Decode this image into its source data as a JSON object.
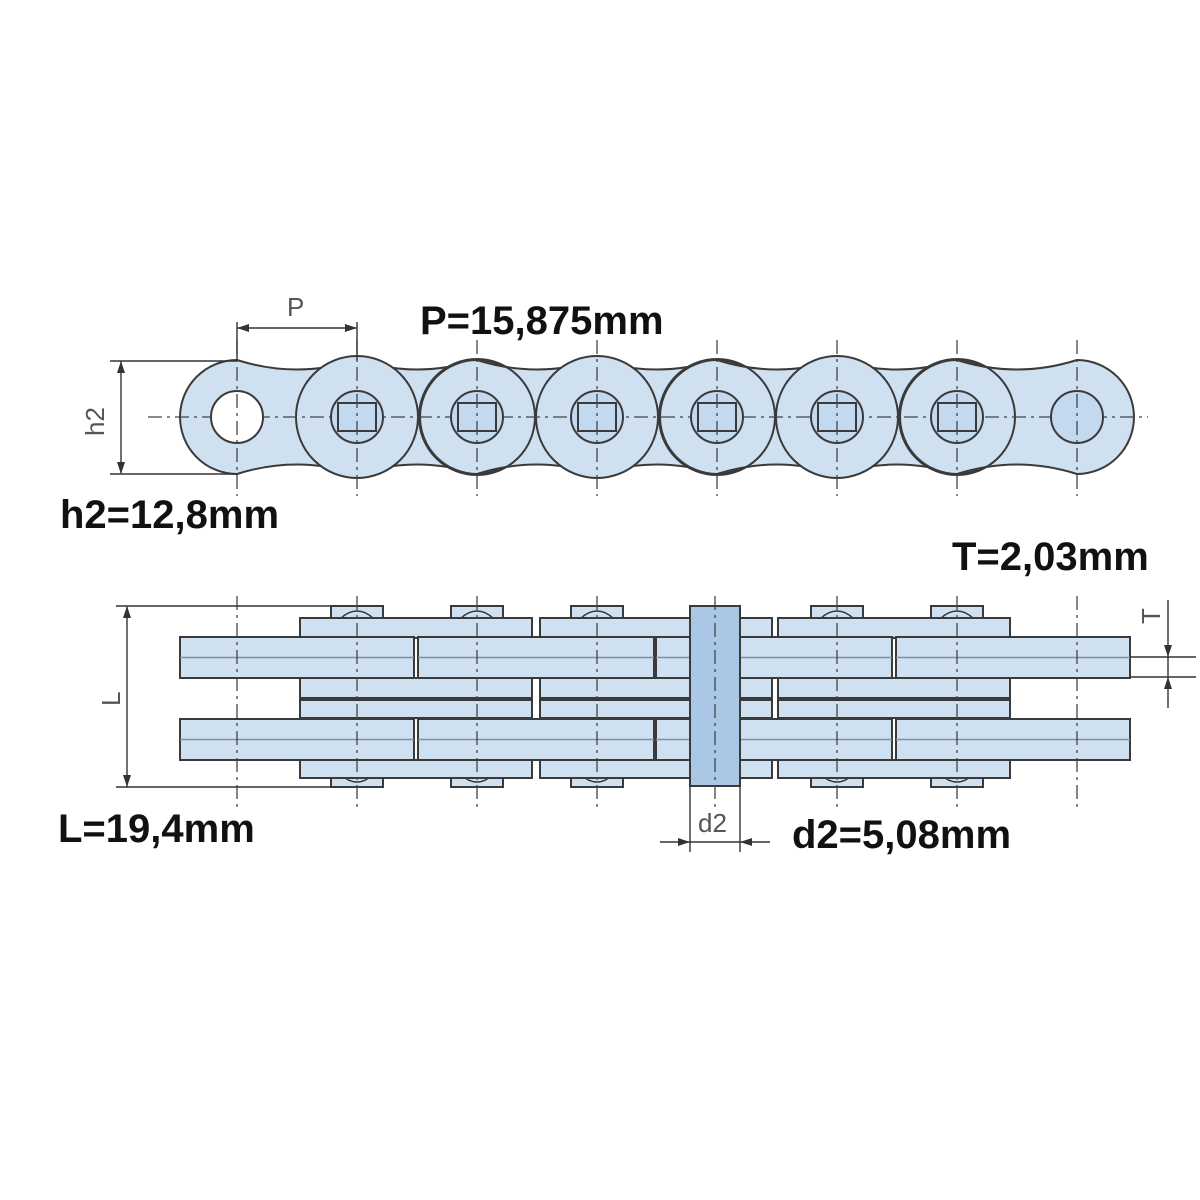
{
  "labels": {
    "pitch_value": "P=15,875mm",
    "height_value": "h2=12,8mm",
    "thickness_value": "T=2,03mm",
    "length_value": "L=19,4mm",
    "pin_diameter_value": "d2=5,08mm"
  },
  "dimension_letters": {
    "pitch": "P",
    "height": "h2",
    "thickness": "T",
    "length": "L",
    "pin_diameter": "d2"
  },
  "colors": {
    "link_fill": "#cfe0f1",
    "pin_fill": "#aac8e6",
    "outline": "#3a3a3a"
  }
}
